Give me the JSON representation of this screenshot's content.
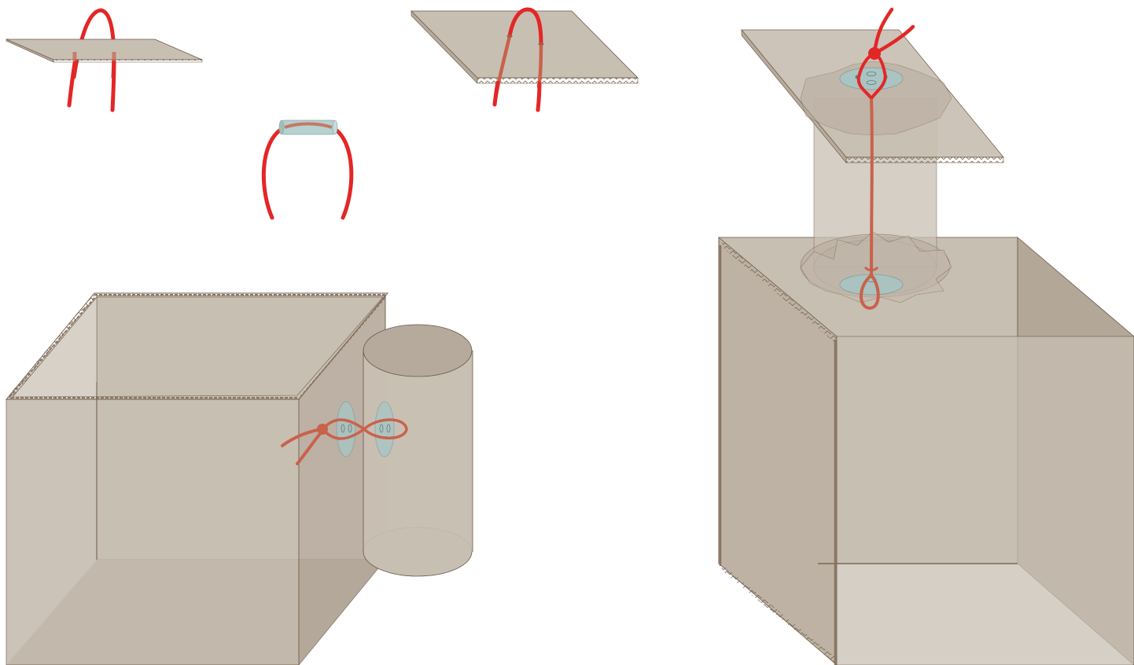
{
  "illustration": {
    "panels": [
      {
        "id": "flat-panel-cord-loop"
      },
      {
        "id": "cord-through-tube"
      },
      {
        "id": "panel-cord-through-two-holes"
      },
      {
        "id": "box-joined-to-cylinder-with-buttons"
      },
      {
        "id": "box-joined-to-panel-via-cylinder-and-gear-disks"
      }
    ],
    "colors": {
      "cardboard_face": "#c8bfb3",
      "cardboard_dark": "#b6aa9c",
      "cardboard_edge": "#6b5745",
      "cord_red": "#e32726",
      "cord_muted": "#c9624b",
      "button_teal": "#a7c6c5",
      "tube_teal": "#b6d1cf"
    },
    "icons": [
      "red-cord",
      "flat-cardboard-panel",
      "cardboard-box",
      "cardboard-cylinder",
      "teal-button-disk",
      "gear-shaped-disk",
      "plastic-tube"
    ]
  }
}
